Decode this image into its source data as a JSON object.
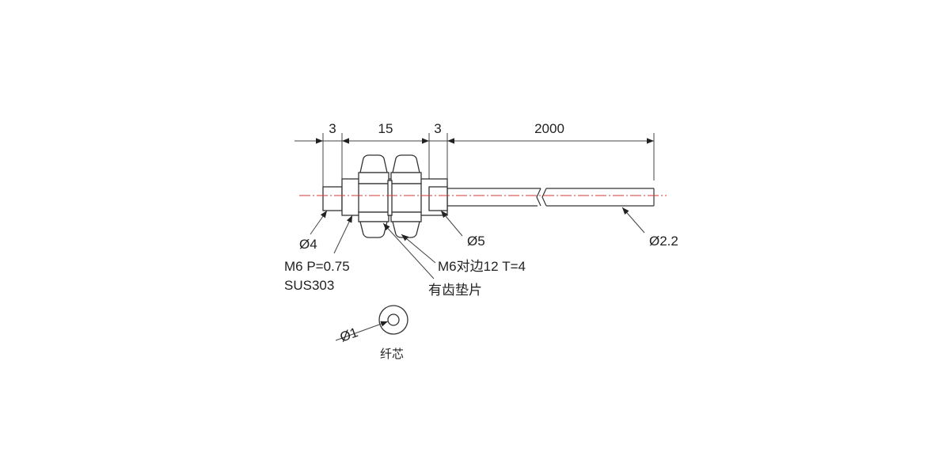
{
  "dimensions": {
    "d1": "3",
    "d2": "15",
    "d3": "3",
    "d4": "2000"
  },
  "labels": {
    "tip_dia": "Ø4",
    "thread": "M6 P=0.75",
    "material": "SUS303",
    "nut": "M6对边12 T=4",
    "washer": "有齿垫片",
    "body_dia": "Ø5",
    "cable_dia": "Ø2.2",
    "core_dia": "Ø1",
    "core_label": "纤芯"
  },
  "colors": {
    "line": "#333333",
    "centerline": "#d43a3a",
    "text": "#222222"
  }
}
